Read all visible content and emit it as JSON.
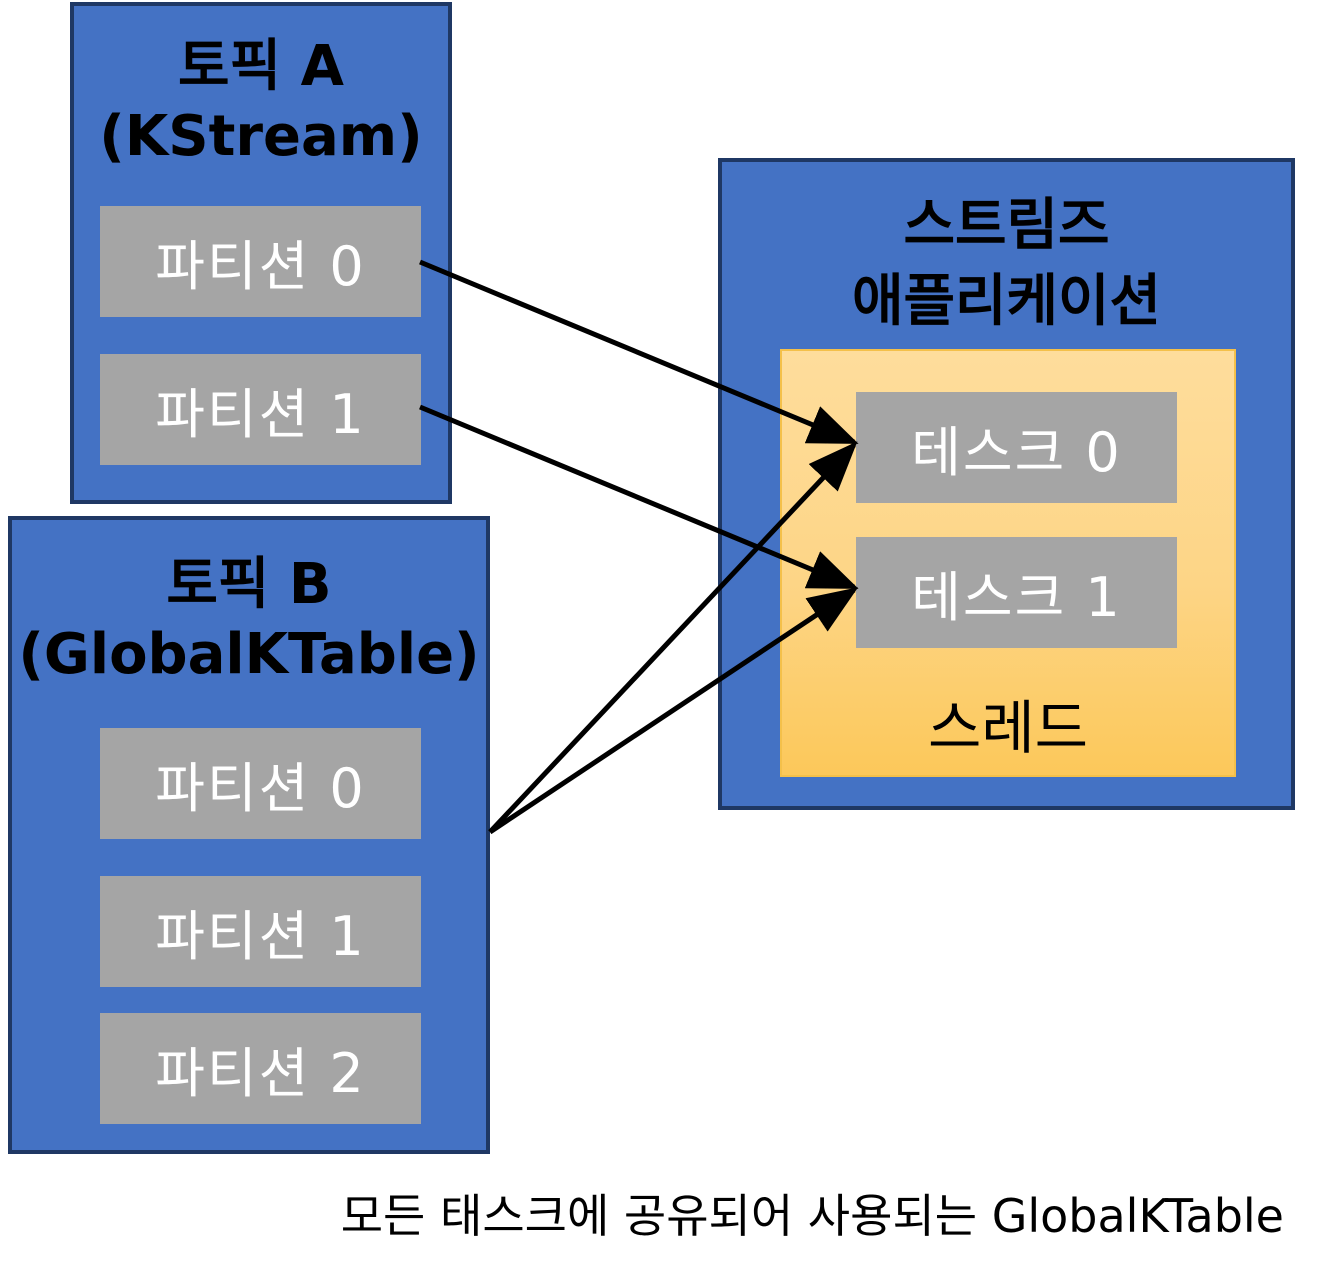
{
  "topic_a": {
    "title": "토픽 A\n(KStream)",
    "partitions": [
      "파티션 0",
      "파티션 1"
    ]
  },
  "topic_b": {
    "title": "토픽 B\n(GlobalKTable)",
    "partitions": [
      "파티션 0",
      "파티션 1",
      "파티션 2"
    ]
  },
  "app": {
    "title": "스트림즈\n애플리케이션",
    "thread_label": "스레드",
    "tasks": [
      "테스크 0",
      "테스크 1"
    ]
  },
  "caption": "모든 태스크에 공유되어 사용되는 GlobalKTable",
  "colors": {
    "topic_fill": "#4472c4",
    "topic_border": "#1f3864",
    "partition_fill": "#a5a5a5",
    "thread_fill": "#fdd586",
    "arrow": "#000000"
  }
}
